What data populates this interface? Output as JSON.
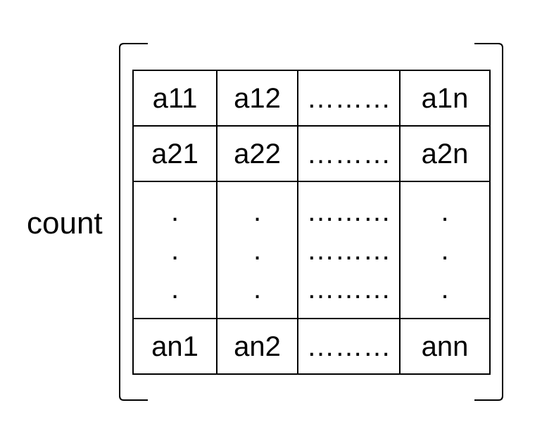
{
  "side_label": "count",
  "matrix": {
    "row1": [
      "a11",
      "a12",
      "………",
      "a1n"
    ],
    "row2": [
      "a21",
      "a22",
      "………",
      "a2n"
    ],
    "middle": {
      "col0": [
        ".",
        ".",
        "."
      ],
      "col1": [
        ".",
        ".",
        "."
      ],
      "col2": [
        "………",
        "………",
        "………"
      ],
      "col3": [
        ".",
        ".",
        "."
      ]
    },
    "rowN": [
      "an1",
      "an2",
      "………",
      "ann"
    ]
  }
}
